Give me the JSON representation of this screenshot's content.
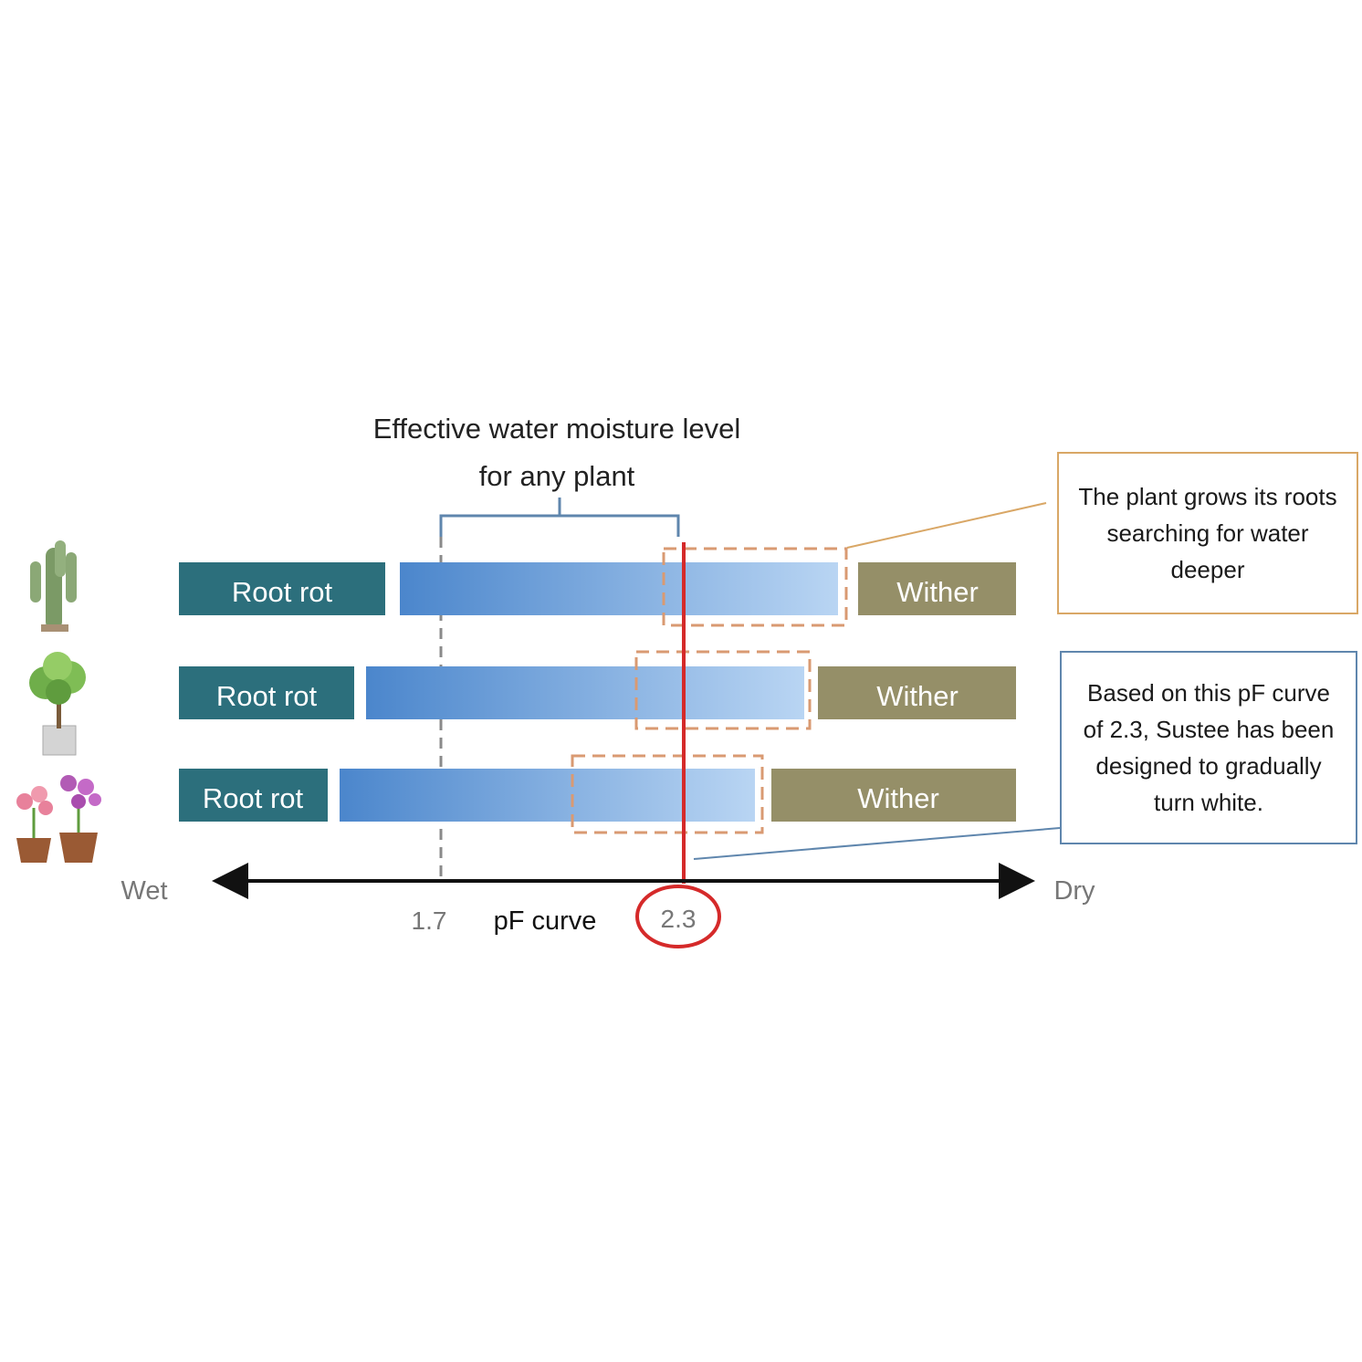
{
  "headline": {
    "line1": "Effective water moisture level",
    "line2": "for any plant"
  },
  "rows": [
    {
      "plant_icon": "cactus-icon",
      "left_label": "Root rot",
      "right_label": "Wither"
    },
    {
      "plant_icon": "potted-tree-icon",
      "left_label": "Root rot",
      "right_label": "Wither"
    },
    {
      "plant_icon": "flower-pots-icon",
      "left_label": "Root rot",
      "right_label": "Wither"
    }
  ],
  "axis": {
    "left_label": "Wet",
    "right_label": "Dry",
    "title": "pF curve",
    "tick_low": "1.7",
    "tick_high": "2.3"
  },
  "callouts": {
    "roots": "The plant grows its roots searching for water deeper",
    "sustee": "Based on this pF curve of 2.3, Sustee has been designed to gradually turn white."
  },
  "colors": {
    "root_rot": "#2c6f7c",
    "wither": "#958f68",
    "band_start": "#4b86cc",
    "band_end": "#b9d5f3",
    "marker_red": "#d52a2a",
    "dashed_orange": "#d99a72",
    "callout_orange": "#d9a766",
    "callout_blue": "#5f86ad"
  }
}
